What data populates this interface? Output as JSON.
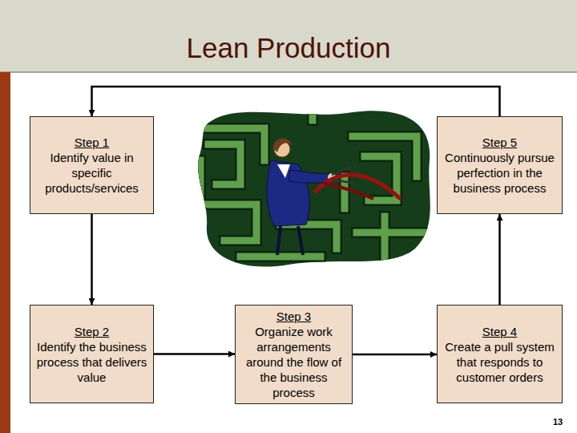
{
  "diagram": {
    "title": "Lean Production",
    "nodes": [
      {
        "text": [
          "Step 1",
          "Identify value in specific products/services"
        ]
      },
      {
        "text": [
          "Step 2",
          "Identify the business process that delivers value"
        ]
      },
      {
        "text": [
          "Step 3",
          "Organize work arrangements around the flow of the business process"
        ]
      },
      {
        "text": [
          "Step 4",
          "Create a pull system that responds to customer orders"
        ]
      },
      {
        "text": [
          "Step 5",
          "Continuously pursue perfection in the business process"
        ]
      }
    ],
    "edges": [
      {
        "from": 0,
        "to": 1,
        "arrow": "to"
      },
      {
        "from": 1,
        "to": 2,
        "arrow": "to"
      },
      {
        "from": 2,
        "to": 3,
        "arrow": "to"
      },
      {
        "from": 3,
        "to": 4,
        "arrow": "to"
      },
      {
        "from": 4,
        "to": 0,
        "arrow": "to"
      }
    ],
    "labels": [
      "13"
    ]
  }
}
